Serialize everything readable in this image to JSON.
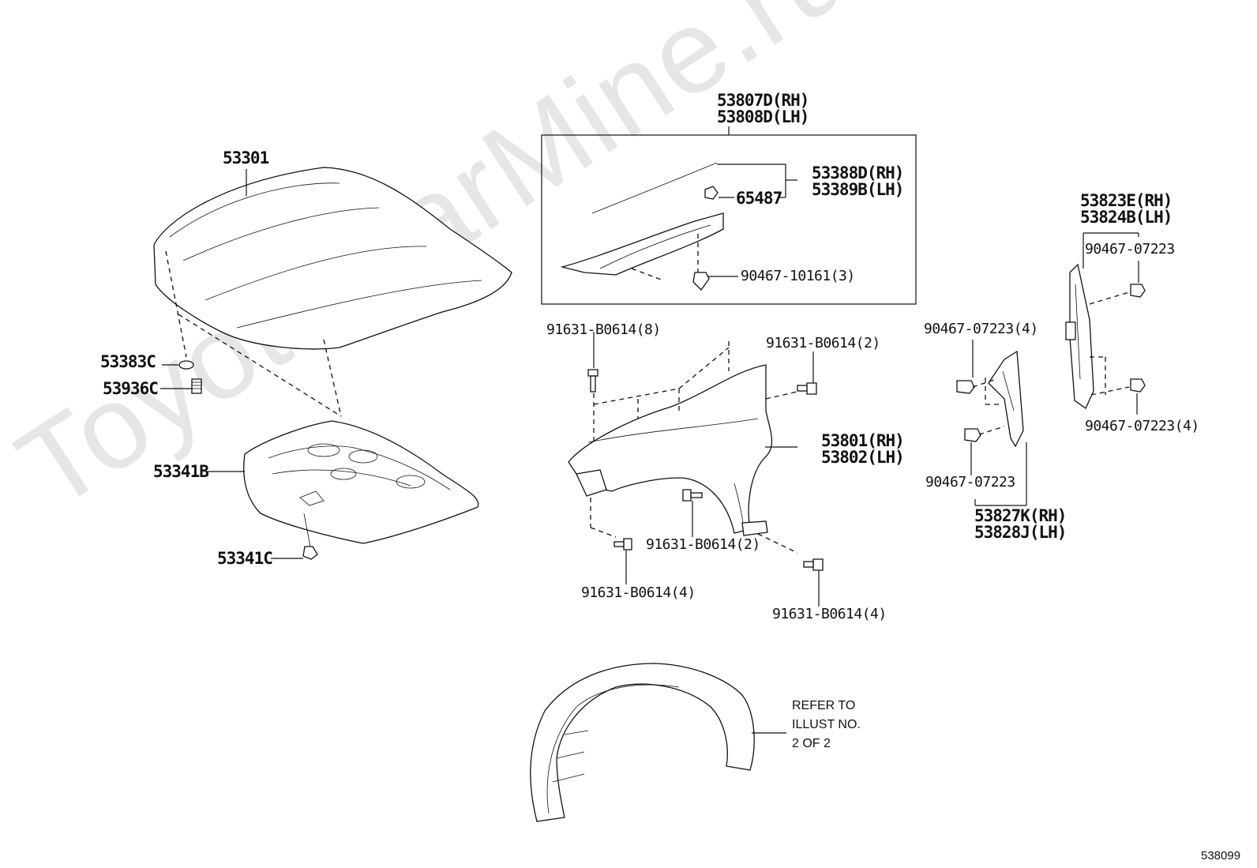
{
  "watermark": "ToyotaCarMine.ru",
  "diagram_number": "538099",
  "labels": {
    "hood": "53301",
    "hood_cushion": "53383C",
    "hood_stopper": "53936C",
    "hood_insulator": "53341B",
    "insulator_clip": "53341C",
    "seal_assy_rh": "53807D(RH)",
    "seal_assy_lh": "53808D(LH)",
    "seal_rh": "53388D(RH)",
    "seal_lh": "53389B(LH)",
    "seal_clip": "65487",
    "bracket_clip": "90467-10161(3)",
    "bolt_top_left": "91631-B0614(8)",
    "bolt_top_right": "91631-B0614(2)",
    "fender_rh": "53801(RH)",
    "fender_lh": "53802(LH)",
    "bolt_mid": "91631-B0614(2)",
    "bolt_bottom_left": "91631-B0614(4)",
    "bolt_bottom_right": "91631-B0614(4)",
    "clip_mid_top": "90467-07223(4)",
    "clip_mid_bottom": "90467-07223",
    "bracket_rh": "53827K(RH)",
    "bracket_lh": "53828J(LH)",
    "apron_rh": "53823E(RH)",
    "apron_lh": "53824B(LH)",
    "clip_right_top": "90467-07223",
    "clip_right_bottom": "90467-07223(4)"
  },
  "note": {
    "line1": "REFER TO",
    "line2": "ILLUST NO.",
    "line3": "2 OF 2"
  }
}
